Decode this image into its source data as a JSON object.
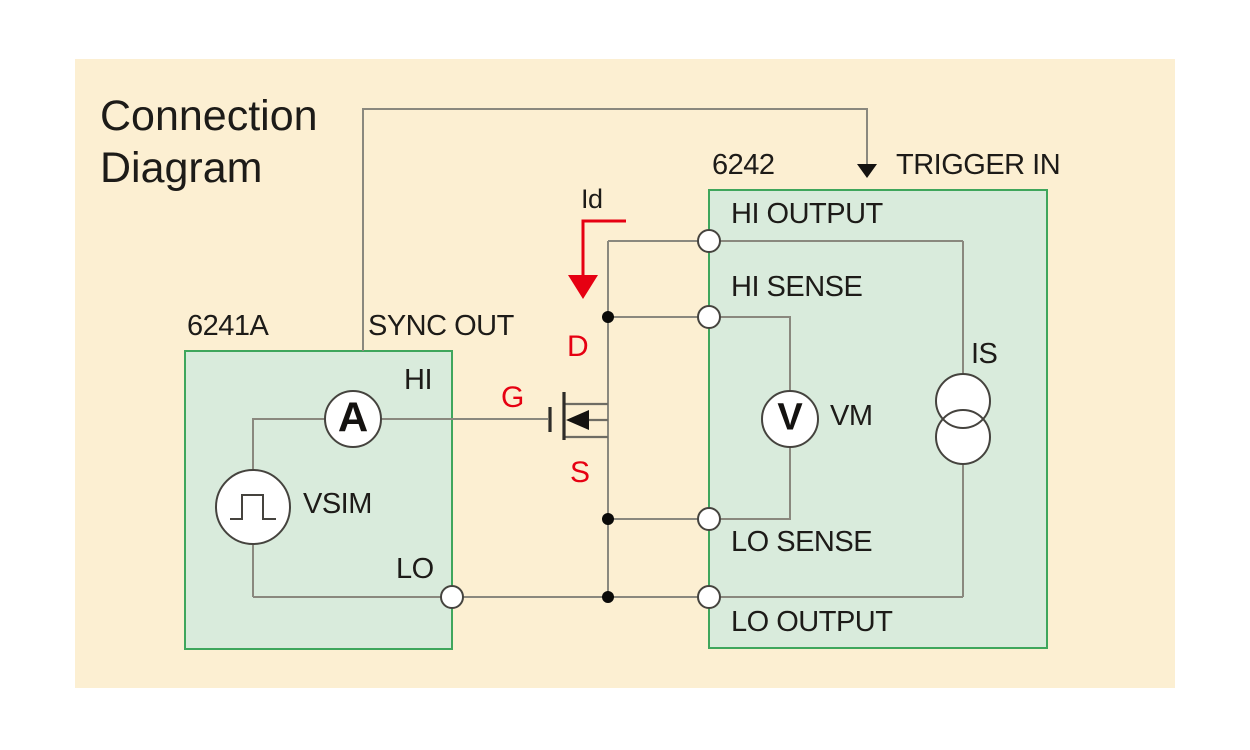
{
  "title": "Connection Diagram",
  "left_instrument": {
    "model": "6241A",
    "sync_out_label": "SYNC OUT",
    "hi_label": "HI",
    "lo_label": "LO",
    "ammeter_letter": "A",
    "source_label": "VSIM"
  },
  "right_instrument": {
    "model": "6242",
    "trigger_in_label": "TRIGGER IN",
    "hi_output_label": "HI OUTPUT",
    "hi_sense_label": "HI SENSE",
    "lo_sense_label": "LO SENSE",
    "lo_output_label": "LO OUTPUT",
    "voltmeter_letter": "V",
    "voltmeter_label": "VM",
    "current_source_label": "IS"
  },
  "dut": {
    "drain_current_label": "Id",
    "drain_label": "D",
    "gate_label": "G",
    "source_label": "S"
  },
  "colors": {
    "panel_background": "#FCEFD2",
    "instrument_fill": "#D9EBDC",
    "instrument_border": "#3FA65C",
    "wire": "#8A887E",
    "text": "#1D1B18",
    "accent_red": "#E60012"
  }
}
